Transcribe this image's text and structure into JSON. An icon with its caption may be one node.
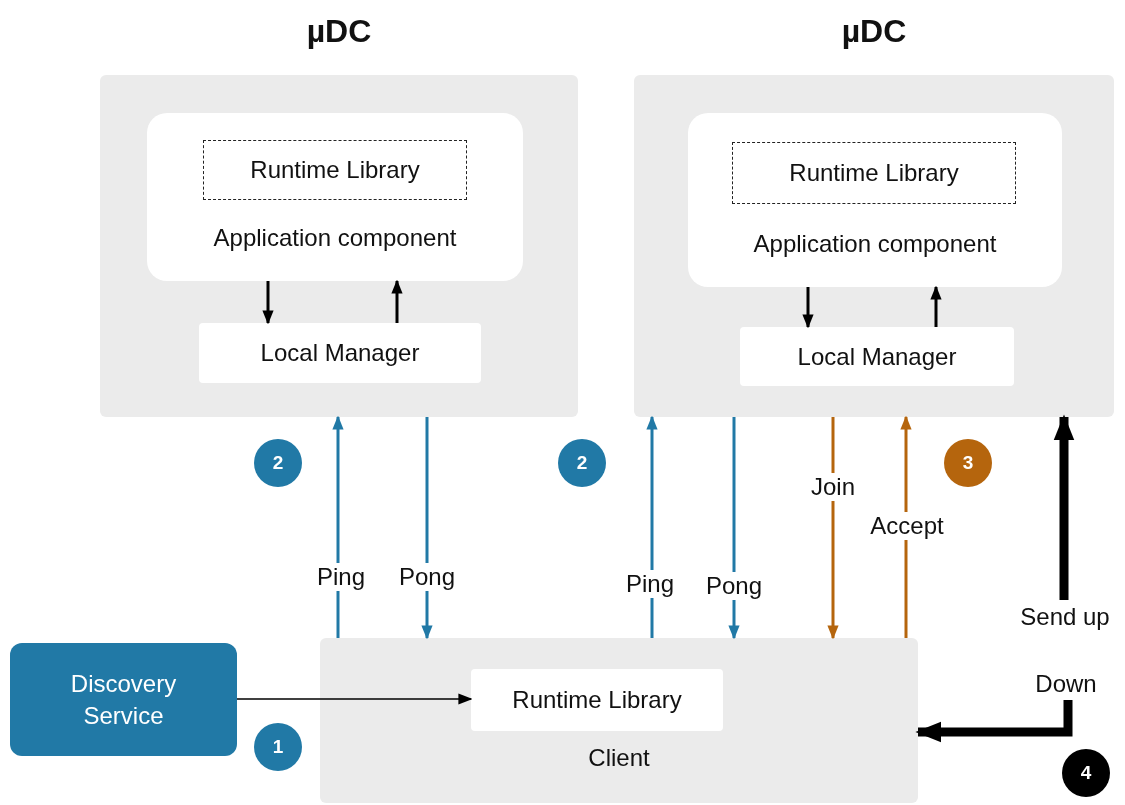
{
  "diagram": {
    "nodes": [
      {
        "text": [
          "µDC"
        ]
      },
      {
        "text": [
          "Application component"
        ],
        "in": 0
      },
      {
        "text": [
          "Runtime Library"
        ],
        "in": 1
      },
      {
        "text": [
          "Local Manager"
        ],
        "in": 0
      },
      {
        "text": [
          "µDC"
        ]
      },
      {
        "text": [
          "Application component"
        ],
        "in": 4
      },
      {
        "text": [
          "Runtime Library"
        ],
        "in": 5
      },
      {
        "text": [
          "Local Manager"
        ],
        "in": 4
      },
      {
        "text": [
          "Client"
        ]
      },
      {
        "text": [
          "Runtime Library"
        ],
        "in": 8
      },
      {
        "text": [
          "Discovery Service"
        ]
      }
    ],
    "edges": [
      {
        "from": 1,
        "to": 3,
        "arrow": "to"
      },
      {
        "from": 3,
        "to": 1,
        "arrow": "to"
      },
      {
        "from": 5,
        "to": 7,
        "arrow": "to"
      },
      {
        "from": 7,
        "to": 5,
        "arrow": "to"
      },
      {
        "from": 8,
        "to": 0,
        "label": "Ping",
        "arrow": "to",
        "color": "#2179a6"
      },
      {
        "from": 0,
        "to": 8,
        "label": "Pong",
        "arrow": "to",
        "color": "#2179a6"
      },
      {
        "from": 8,
        "to": 4,
        "label": "Ping",
        "arrow": "to",
        "color": "#2179a6"
      },
      {
        "from": 4,
        "to": 8,
        "label": "Pong",
        "arrow": "to",
        "color": "#2179a6"
      },
      {
        "from": 4,
        "to": 8,
        "label": "Join",
        "arrow": "to",
        "color": "#b5650d"
      },
      {
        "from": 8,
        "to": 4,
        "label": "Accept",
        "arrow": "to",
        "color": "#b5650d"
      },
      {
        "from": null,
        "to": 4,
        "label": "Send up",
        "arrow": "to",
        "style": "thick"
      },
      {
        "from": null,
        "to": 8,
        "label": "Down",
        "arrow": "to",
        "style": "thick"
      },
      {
        "from": 10,
        "to": 9,
        "arrow": "to"
      }
    ],
    "labels": [
      "2",
      "2",
      "3",
      "1",
      "4"
    ]
  }
}
